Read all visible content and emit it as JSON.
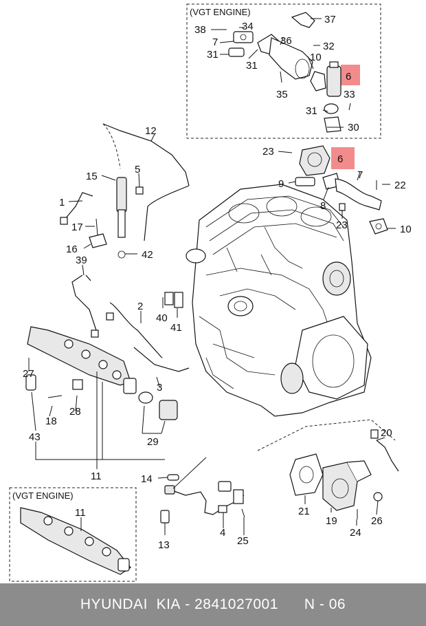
{
  "boxes": {
    "vgt_top": "(VGT ENGINE)",
    "vgt_bottom": "(VGT ENGINE)"
  },
  "labels": {
    "l37": "37",
    "l38": "38",
    "l34": "34",
    "l7a": "7",
    "l36": "36",
    "l32": "32",
    "l31a": "31",
    "l31b": "31",
    "l10a": "10",
    "l6a": "6",
    "l33": "33",
    "l35": "35",
    "l31c": "31",
    "l30": "30",
    "l12": "12",
    "l23a": "23",
    "l6b": "6",
    "l15": "15",
    "l5": "5",
    "l7b": "7",
    "l9": "9",
    "l22": "22",
    "l1": "1",
    "l8": "8",
    "l23b": "23",
    "l10b": "10",
    "l17": "17",
    "l16": "16",
    "l42": "42",
    "l39": "39",
    "l2": "2",
    "l40": "40",
    "l41": "41",
    "l27": "27",
    "l3": "3",
    "l18": "18",
    "l28": "28",
    "l43": "43",
    "l29": "29",
    "l20": "20",
    "l11a": "11",
    "l14": "14",
    "l11b": "11",
    "l21": "21",
    "l19": "19",
    "l4": "4",
    "l13": "13",
    "l25": "25",
    "l24": "24",
    "l26": "26"
  },
  "footer": {
    "brand": "HYUNDAI  KIA",
    "part_number": "2841027001",
    "page": "N - 06"
  },
  "colors": {
    "highlight": "#f28c8c",
    "footer_bg": "#8c8c8c"
  }
}
